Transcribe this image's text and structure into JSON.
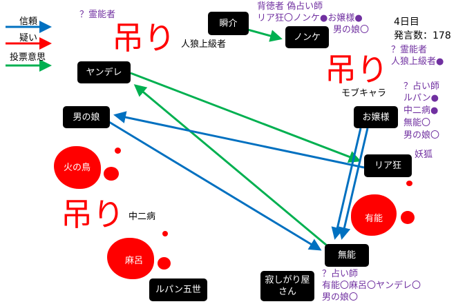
{
  "legend": {
    "trust": "信頼",
    "doubt": "疑い",
    "vote": "投票意思"
  },
  "colors": {
    "trust": "#0070c0",
    "doubt": "#ff0000",
    "vote": "#00b050",
    "info": "#7030a0",
    "hanged": "#ff0000"
  },
  "status": {
    "day": "4日目",
    "posts": "発言数：178"
  },
  "hanged_label": "吊り",
  "nodes": {
    "shunsuke": "瞬介",
    "nonke": "ノンケ",
    "yandere": "ヤンデレ",
    "otokonoko": "男の娘",
    "ojousama": "お嬢様",
    "riakyou": "リア狂",
    "hinotori": "火の鳥",
    "yuunou": "有能",
    "maro": "麻呂",
    "munou": "無能",
    "lupin": "ルパン五世",
    "sabishigari": "寂しがり屋さん"
  },
  "dead": {
    "jinrou": "人狼上級者",
    "mob": "モブキャラ",
    "chuuni": "中二病"
  },
  "info": {
    "jinrou_role": "？霊能者",
    "shunsuke_roles": "背徳者 偽占い師",
    "shunsuke_results1": "リア狂〇ノンケ●お嬢様●",
    "shunsuke_results2": "男の娘〇",
    "mob_role": "？霊能者",
    "mob_result": "人狼上級者●",
    "ojou_role": "？占い師",
    "ojou_r1": "ルパン●",
    "ojou_r2": "中二病●",
    "ojou_r3": "無能〇",
    "ojou_r4": "男の娘〇",
    "riakyou_role": "妖狐",
    "munou_role": "？占い師",
    "munou_r1": "有能〇麻呂〇ヤンデレ〇",
    "munou_r2": "男の娘〇"
  }
}
